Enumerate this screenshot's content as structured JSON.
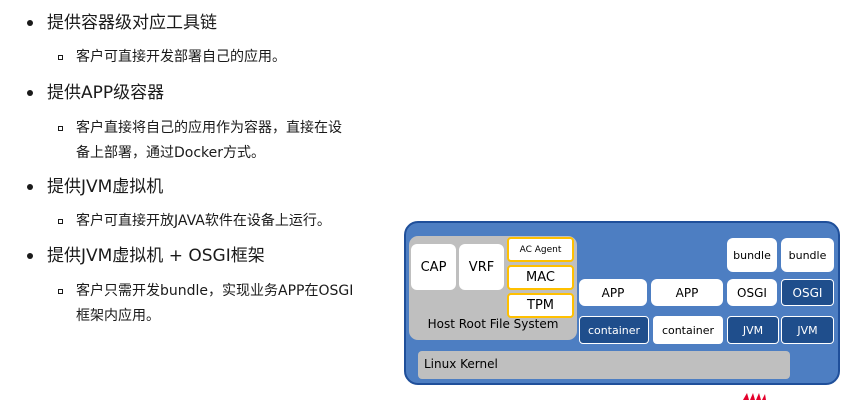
{
  "bullets": [
    {
      "title": "提供容器级对应工具链",
      "subs": [
        "客户可直接开发部署自己的应用。"
      ]
    },
    {
      "title": "提供APP级容器",
      "subs": [
        "客户直接将自己的应用作为容器，直接在设",
        "备上部署，通过Docker方式。"
      ]
    },
    {
      "title": "提供JVM虚拟机",
      "subs": [
        "客户可直接开放JAVA软件在设备上运行。"
      ]
    },
    {
      "title": "提供JVM虚拟机 + OSGI框架",
      "subs": [
        "客户只需开发bundle，实现业务APP在OSGI",
        "框架内应用。"
      ]
    }
  ],
  "diagram": {
    "host": {
      "cap": "CAP",
      "vrf": "VRF",
      "ac_agent": "AC Agent",
      "mac": "MAC",
      "tpm": "TPM",
      "label": "Host Root File System"
    },
    "kernel_label": "Linux Kernel",
    "stacks": [
      {
        "top": "",
        "mid": "APP",
        "bottom": "container",
        "bottom_dark": true
      },
      {
        "top": "",
        "mid": "APP",
        "bottom": "container",
        "bottom_dark": false
      },
      {
        "top": "bundle",
        "mid": "OSGI",
        "bottom": "JVM",
        "mid_dark": false
      },
      {
        "top": "bundle",
        "mid": "OSGI",
        "bottom": "JVM",
        "mid_dark": true
      }
    ]
  },
  "colors": {
    "panel": "#4d7ec2",
    "panel_border": "#1f4f9a",
    "gray_box": "#bfbfbf",
    "dark_box": "#1f4e8c",
    "highlight_border": "#ffc000",
    "logo": "#e4002b"
  }
}
